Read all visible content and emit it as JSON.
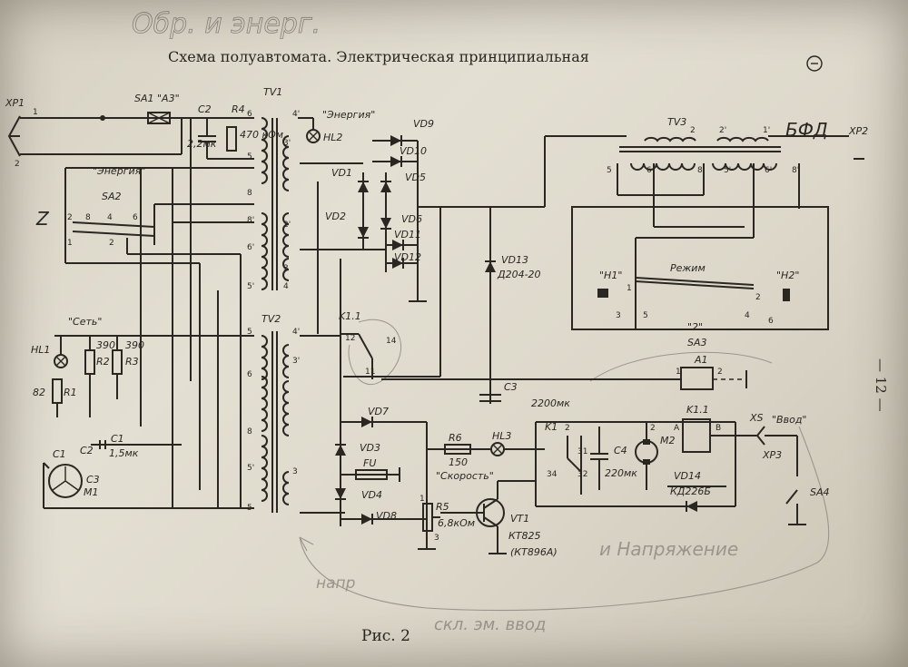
{
  "title": "Схема полуавтомата. Электрическая принципиальная",
  "figure_caption": "Рис. 2",
  "page_number": "— 12 —",
  "handwritten": {
    "top_pencil": "Обр. и энерг.",
    "bfd": "БФД",
    "pencil_right": "и Напряжение",
    "pencil_left": "напр",
    "pencil_bottom": "скл. эм. ввод",
    "marker_left": "Z"
  },
  "labels": {
    "xp1": "XP1",
    "sa1": "SA1 \"А3\"",
    "c2": "C2",
    "c2_val": "2,2мк",
    "r4": "R4",
    "r4_val": "470 кОм",
    "tv1": "TV1",
    "energ_top": "\"Энергия\"",
    "hl2": "HL2",
    "vd9": "VD9",
    "vd10": "VD10",
    "vd5": "VD5",
    "vd1": "VD1",
    "vd2": "VD2",
    "vd6": "VD6",
    "vd11": "VD11",
    "vd12": "VD12",
    "energ_left": "\"Энергия\"",
    "sa2": "SA2",
    "vd13": "VD13",
    "vd13_type": "Д204-20",
    "tv3": "TV3",
    "xp2": "XP2",
    "h1": "\"Н1\"",
    "h2": "\"Н2\"",
    "rezhim": "Режим",
    "quote2": "\"2\"",
    "sa3": "SA3",
    "k11_left": "K1.1",
    "set": "\"Сеть\"",
    "hl1": "HL1",
    "r1": "R1",
    "r2": "R2",
    "r3": "R3",
    "r1_val": "82",
    "r2_val": "390",
    "r3_val": "390",
    "c1": "C1",
    "c1_val": "1,5мк",
    "c3": "C3",
    "m1": "M1",
    "tv2": "TV2",
    "c3_big": "C3",
    "c3_big_val": "2200мк",
    "a1": "A1",
    "vd7": "VD7",
    "vd3": "VD3",
    "fu": "FU",
    "vd4": "VD4",
    "vd8": "VD8",
    "r6": "R6",
    "r6_val": "150",
    "hl3": "HL3",
    "skorost": "\"Скорость\"",
    "r5": "R5",
    "r5_val": "6,8кОм",
    "vt1": "VT1",
    "vt1_type": "КТ825",
    "vt1_alt": "(КТ896А)",
    "k1": "K1",
    "c4": "C4",
    "c4_val": "220мк",
    "m2": "M2",
    "k11_right": "K1.1",
    "vd14": "VD14",
    "vd14_type": "КД226Б",
    "xs": "XS",
    "vvod": "\"Ввод\"",
    "xp3": "XP3",
    "sa4": "SA4"
  }
}
